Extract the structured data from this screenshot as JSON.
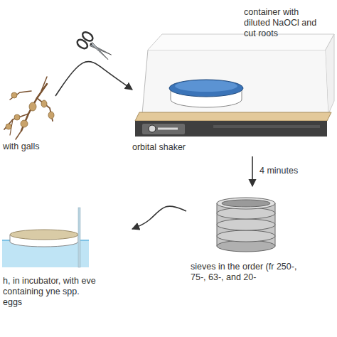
{
  "diagram": {
    "nodes": [
      {
        "text": [
          "with galls"
        ]
      },
      {
        "text": [
          "container with diluted NaOCl and cut roots",
          "orbital shaker"
        ]
      },
      {
        "text": [
          "sieves in the order (fr 250-, 75-, 63-, and 20-"
        ]
      },
      {
        "text": [
          "h, in incubator, with eve containing yne spp. eggs"
        ]
      }
    ],
    "edges": [
      {
        "from": 0,
        "to": 1,
        "arrow": "to"
      },
      {
        "from": 1,
        "to": 2,
        "label": "4 minutes",
        "arrow": "to"
      },
      {
        "from": 2,
        "to": 3,
        "arrow": "to"
      }
    ]
  }
}
